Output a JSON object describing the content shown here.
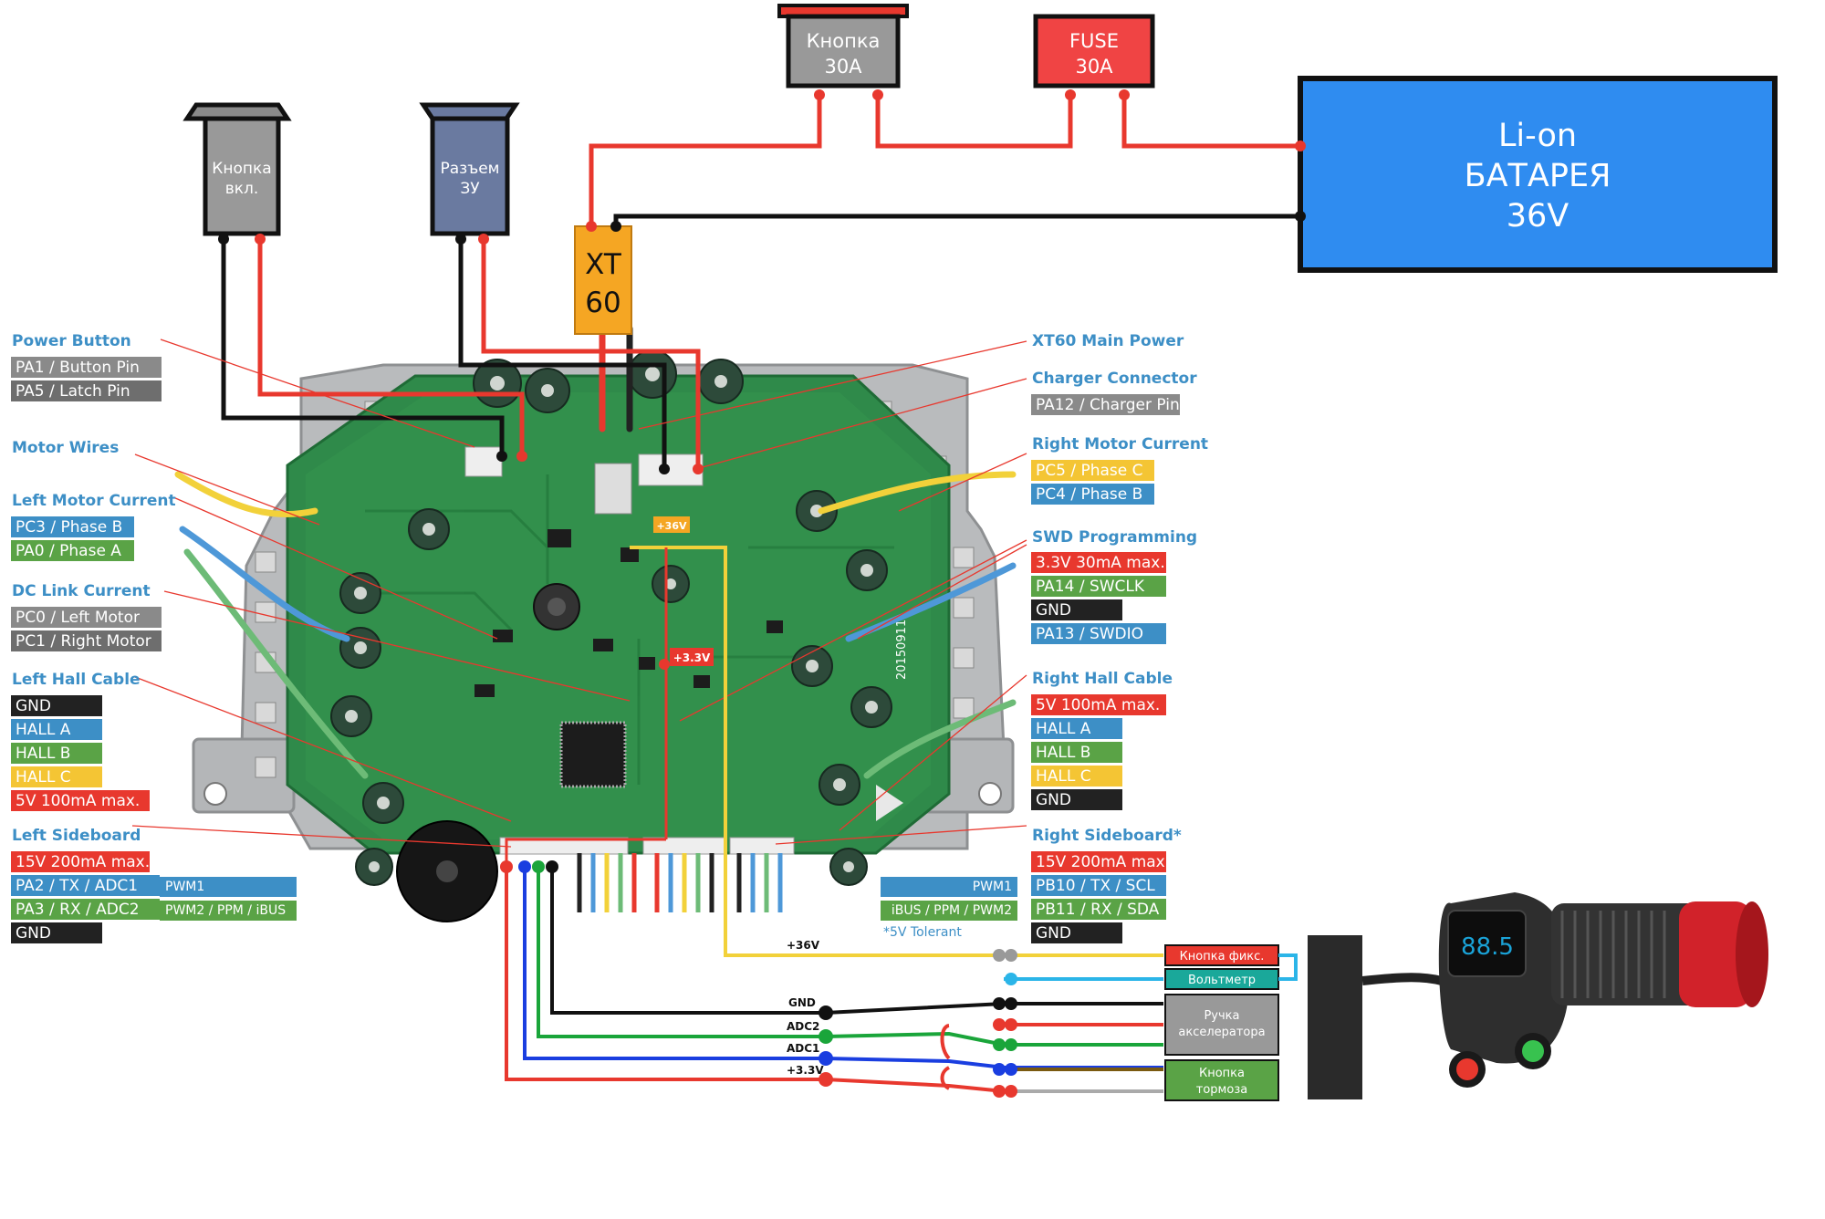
{
  "colors": {
    "label_blue": "#3d8fc6",
    "tag_gray": "#8a8a8a",
    "tag_dark": "#222222",
    "tag_red": "#e8382e",
    "tag_blue": "#3d8fc6",
    "tag_green": "#5aa346",
    "tag_yellow": "#f4c534",
    "battery": "#2f8cf0",
    "xt60": "#f5a623",
    "fuse": "#f04444",
    "pcb": "#2f8a4a"
  },
  "top": {
    "button30": {
      "line1": "Кнопка",
      "line2": "30А"
    },
    "fuse": {
      "line1": "FUSE",
      "line2": "30A"
    },
    "battery": {
      "line1": "Li-on",
      "line2": "БАТАРЕЯ",
      "line3": "36V"
    },
    "xt60": {
      "line1": "XT",
      "line2": "60"
    },
    "power_button": {
      "line1": "Кнопка",
      "line2": "вкл."
    },
    "charger": {
      "line1": "Разъем",
      "line2": "ЗУ"
    }
  },
  "board": {
    "tag_36v": "+36V",
    "tag_33v": "+3.3V",
    "date_code": "20150911"
  },
  "left": {
    "power_button": {
      "title": "Power Button",
      "pins": [
        "PA1 / Button Pin",
        "PA5 / Latch Pin"
      ]
    },
    "motor_wires": {
      "title": "Motor Wires"
    },
    "left_motor_current": {
      "title": "Left Motor Current",
      "pins": [
        "PC3 / Phase B",
        "PA0 / Phase A"
      ]
    },
    "dc_link": {
      "title": "DC Link Current",
      "pins": [
        "PC0 / Left Motor",
        "PC1 / Right Motor"
      ]
    },
    "left_hall": {
      "title": "Left Hall Cable",
      "pins": [
        "GND",
        "HALL A",
        "HALL B",
        "HALL C",
        "5V 100mA max."
      ]
    },
    "left_sideboard": {
      "title": "Left Sideboard",
      "pins": [
        "15V 200mA max.",
        "PA2 / TX / ADC1",
        "PA3 / RX / ADC2",
        "GND"
      ],
      "ext": [
        "PWM1",
        "PWM2 / PPM / iBUS"
      ]
    }
  },
  "right": {
    "xt60_main": {
      "title": "XT60 Main Power"
    },
    "charger_connector": {
      "title": "Charger Connector",
      "pins": [
        "PA12 / Charger Pin"
      ]
    },
    "right_motor_current": {
      "title": "Right Motor Current",
      "pins": [
        "PC5 / Phase C",
        "PC4 / Phase B"
      ]
    },
    "swd": {
      "title": "SWD Programming",
      "pins": [
        "3.3V 30mA max.",
        "PA14 / SWCLK",
        "GND",
        "PA13 / SWDIO"
      ]
    },
    "right_hall": {
      "title": "Right Hall Cable",
      "pins": [
        "5V 100mA max.",
        "HALL A",
        "HALL B",
        "HALL C",
        "GND"
      ]
    },
    "right_sideboard": {
      "title": "Right Sideboard*",
      "pins": [
        "15V 200mA max.",
        "PB10 / TX / SCL",
        "PB11 / RX / SDA",
        "GND"
      ],
      "ext": [
        "PWM1",
        "iBUS / PPM / PWM2"
      ],
      "note": "*5V Tolerant"
    }
  },
  "throttle": {
    "wire_labels": [
      "+36V",
      "GND",
      "ADC2",
      "ADC1",
      "+3.3V"
    ],
    "boxes": {
      "button_fix": "Кнопка фикс.",
      "voltmeter": "Вольтметр",
      "throttle_handle": [
        "Ручка",
        "акселератора"
      ],
      "brake_button": [
        "Кнопка",
        "тормоза"
      ]
    },
    "display": "88.5"
  }
}
